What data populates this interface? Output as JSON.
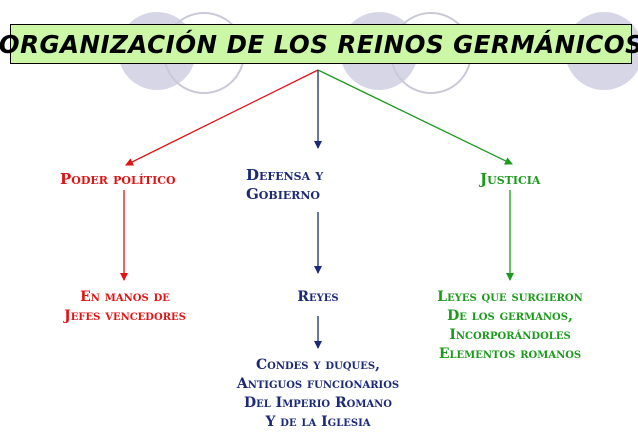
{
  "title": "ORGANIZACIÓN DE LOS REINOS GERMÁNICOS",
  "branches": {
    "left": {
      "heading": "Poder político",
      "detail": [
        "En manos de",
        "Jefes vencedores"
      ],
      "color": "#e01414"
    },
    "center": {
      "heading": [
        "Defensa y",
        "Gobierno"
      ],
      "detail": "Reyes",
      "sub_detail": [
        "Condes y duques,",
        "Antiguos funcionarios",
        "Del Imperio Romano",
        "Y de la Iglesia"
      ],
      "color": "#1b2a78"
    },
    "right": {
      "heading": "Justicia",
      "detail": [
        "Leyes que surgieron",
        "De los germanos,",
        "Incorporándoles",
        "Elementos romanos"
      ],
      "color": "#1c9a1c"
    }
  }
}
